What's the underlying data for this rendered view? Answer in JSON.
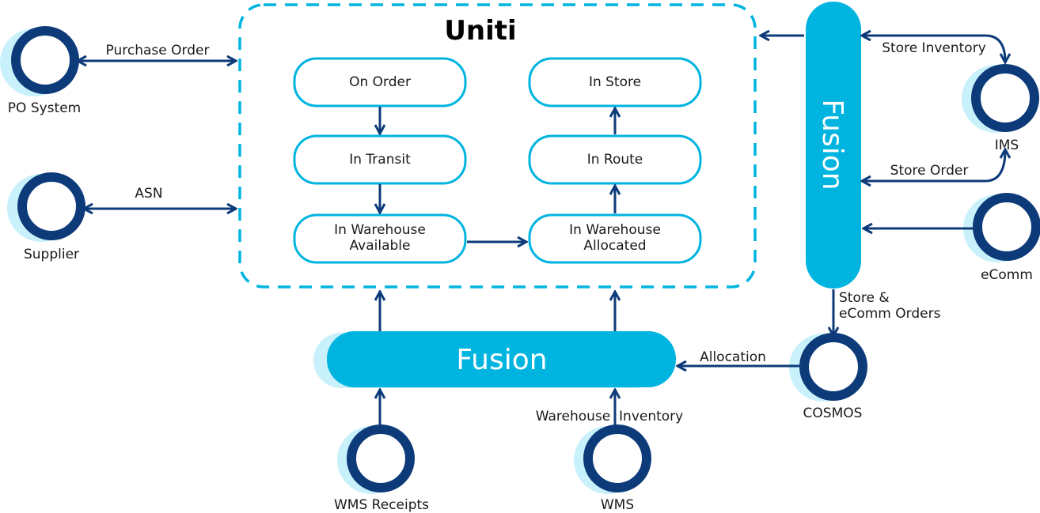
{
  "title": "Uniti",
  "states": {
    "on_order": "On Order",
    "in_transit": "In Transit",
    "in_warehouse_available": [
      "In Warehouse",
      "Available"
    ],
    "in_store": "In Store",
    "in_route": "In Route",
    "in_warehouse_allocated": [
      "In Warehouse",
      "Allocated"
    ]
  },
  "fusion_horizontal": "Fusion",
  "fusion_vertical": "Fusion",
  "systems": {
    "po_system": "PO System",
    "supplier": "Supplier",
    "ims": "IMS",
    "ecomm": "eComm",
    "cosmos": "COSMOS",
    "wms_receipts": "WMS Receipts",
    "wms": "WMS"
  },
  "edges": {
    "purchase_order": "Purchase Order",
    "asn": "ASN",
    "store_inventory": "Store Inventory",
    "store_order": "Store Order",
    "store_ecomm_orders": [
      "Store &",
      "eComm Orders"
    ],
    "allocation": "Allocation",
    "warehouse_inventory": "Warehouse  Inventory"
  },
  "colors": {
    "accent_cyan": "#00b4e0",
    "navy": "#0d3b7a",
    "light_cyan": "#c9f1fb"
  }
}
